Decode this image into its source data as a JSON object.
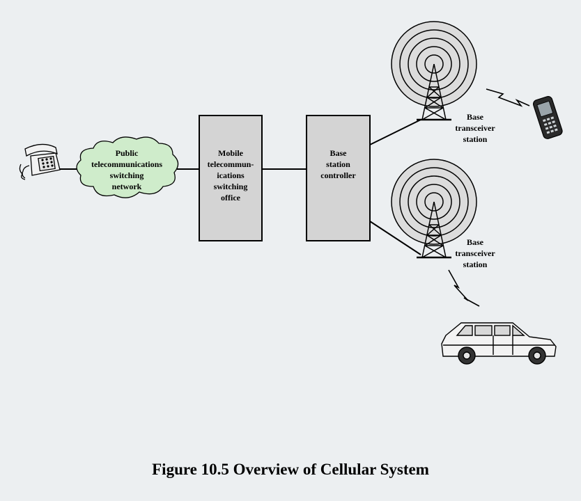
{
  "nodes": {
    "pstn": "Public\ntelecommunications\nswitching\nnetwork",
    "mtso": "Mobile\ntelecommun-\nications\nswitching\noffice",
    "bsc": "Base\nstation\ncontroller",
    "bts_top": "Base\ntransceiver\nstation",
    "bts_bottom": "Base\ntransceiver\nstation"
  },
  "caption": "Figure 10.5 Overview of Cellular System",
  "colors": {
    "background": "#eceff1",
    "box_fill": "#d4d4d4",
    "cloud_fill": "#cfeccb",
    "tower_ring_fill": "#dcdcdc"
  },
  "icons": [
    "telephone-icon",
    "cloud-icon",
    "radio-tower-icon",
    "mobile-phone-icon",
    "car-icon",
    "lightning-bolt-icon"
  ]
}
